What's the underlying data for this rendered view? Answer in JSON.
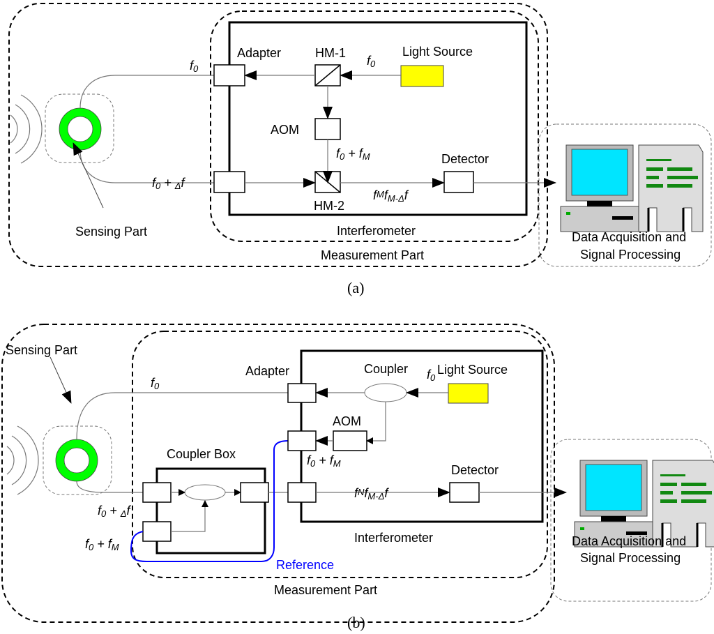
{
  "colors": {
    "ring": "#00ff00",
    "light_source": "#ffff00",
    "reference": "#0000ff",
    "screen": "#00e5ff",
    "bars": "#118811"
  },
  "panel_a": {
    "caption": "(a)",
    "adapter": "Adapter",
    "hm1": "HM-1",
    "hm2": "HM-2",
    "light_source": "Light Source",
    "aom": "AOM",
    "detector": "Detector",
    "sensing_part": "Sensing Part",
    "interferometer": "Interferometer",
    "measurement_part": "Measurement Part",
    "daq_line1": "Data Acquisition and",
    "daq_line2": "Signal Processing",
    "f0_fiber": [
      [
        "f",
        ""
      ],
      [
        "0",
        "sub"
      ]
    ],
    "f0_source": [
      [
        "f",
        ""
      ],
      [
        "0",
        "sub"
      ]
    ],
    "f0_fm": [
      [
        "f",
        ""
      ],
      [
        "0",
        "sub"
      ],
      [
        " + ",
        ""
      ],
      [
        "f",
        ""
      ],
      [
        "M",
        "sub"
      ]
    ],
    "f0_df": [
      [
        "f",
        ""
      ],
      [
        "0",
        "sub"
      ],
      [
        " + ",
        ""
      ],
      [
        "Δ",
        "sub"
      ],
      [
        "f",
        ""
      ]
    ],
    "beat": [
      [
        "f",
        ""
      ],
      [
        "M",
        "sup"
      ],
      [
        "f",
        ""
      ],
      [
        "M",
        "sub"
      ],
      [
        "-",
        "sub"
      ],
      [
        "Δ",
        "sub"
      ],
      [
        "f",
        ""
      ]
    ]
  },
  "panel_b": {
    "caption": "(b)",
    "adapter": "Adapter",
    "coupler": "Coupler",
    "light_source": "Light Source",
    "aom": "AOM",
    "detector": "Detector",
    "coupler_box": "Coupler Box",
    "sensing_part": "Sensing Part",
    "interferometer": "Interferometer",
    "measurement_part": "Measurement Part",
    "reference": "Reference",
    "daq_line1": "Data Acquisition and",
    "daq_line2": "Signal Processing",
    "f0_fiber": [
      [
        "f",
        ""
      ],
      [
        "0",
        "sub"
      ]
    ],
    "f0_source": [
      [
        "f",
        ""
      ],
      [
        "0",
        "sub"
      ]
    ],
    "f0_fm": [
      [
        "f",
        ""
      ],
      [
        "0",
        "sub"
      ],
      [
        " + ",
        ""
      ],
      [
        "f",
        ""
      ],
      [
        "M",
        "sub"
      ]
    ],
    "f0_df": [
      [
        "f",
        ""
      ],
      [
        "0",
        "sub"
      ],
      [
        " + ",
        ""
      ],
      [
        "Δ",
        "sub"
      ],
      [
        "f",
        ""
      ]
    ],
    "f0_fm_ref": [
      [
        "f",
        ""
      ],
      [
        "0",
        "sub"
      ],
      [
        " + ",
        ""
      ],
      [
        "f",
        ""
      ],
      [
        "M",
        "sub"
      ]
    ],
    "beat": [
      [
        "f",
        ""
      ],
      [
        "N",
        "sup"
      ],
      [
        "f",
        ""
      ],
      [
        "M",
        "sub"
      ],
      [
        "-",
        "sub"
      ],
      [
        "Δ",
        "sub"
      ],
      [
        "f",
        ""
      ]
    ]
  }
}
